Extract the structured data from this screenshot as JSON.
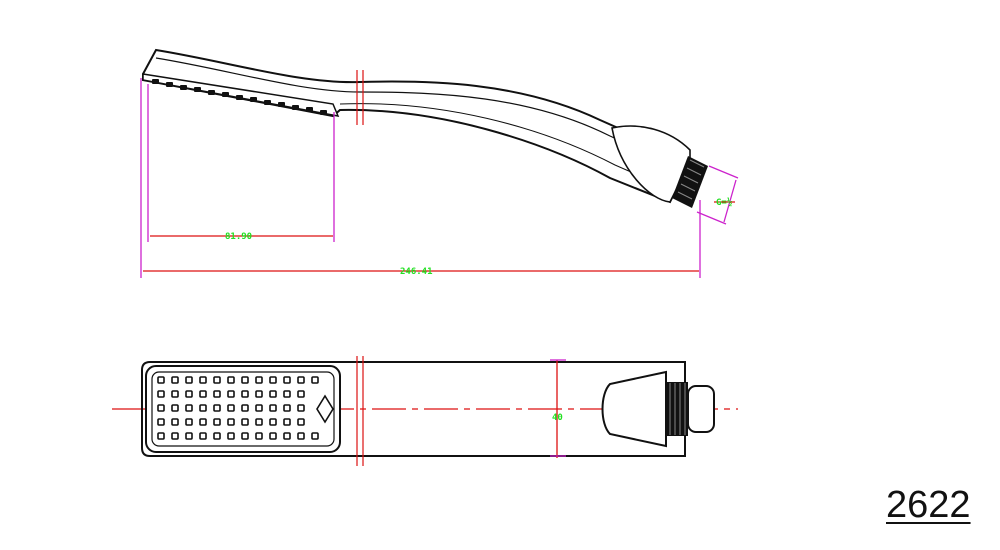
{
  "drawing": {
    "model_number": "2622",
    "dimensions": {
      "spray_face_length": "81.90",
      "overall_length": "246.41",
      "thread": "G=½",
      "width": "40"
    },
    "colors": {
      "outline": "#111111",
      "extension_lines": "#cc22cc",
      "dimension_lines": "#dd1111",
      "dimension_text": "#22e022",
      "centerline": "#dd1111"
    }
  }
}
